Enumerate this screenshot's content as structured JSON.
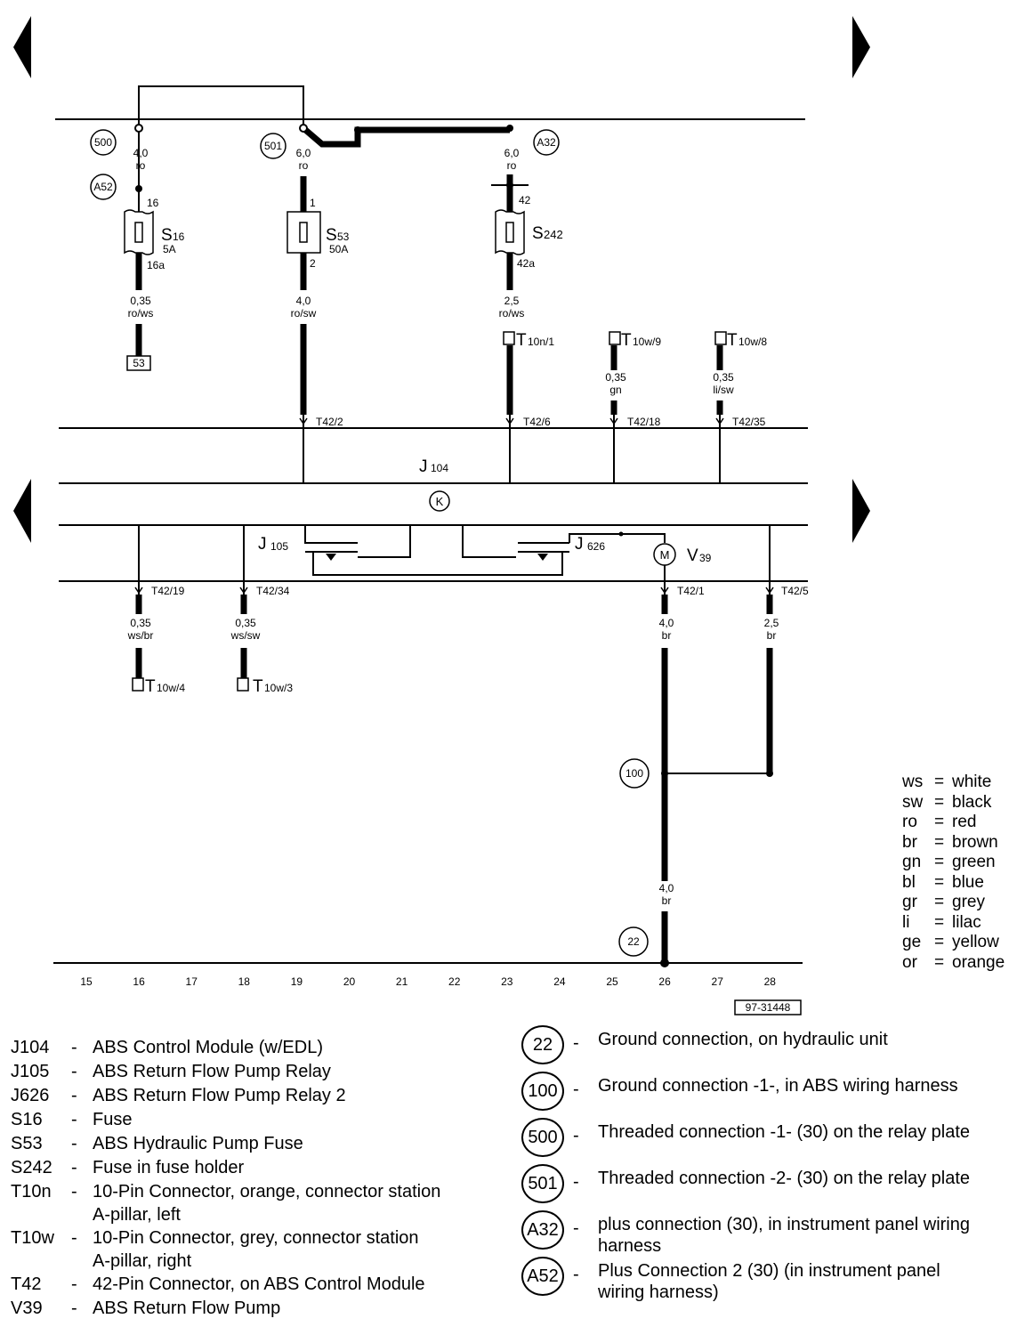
{
  "diagram": {
    "drawing_id": "97-31448",
    "columns": [
      "15",
      "16",
      "17",
      "18",
      "19",
      "20",
      "21",
      "22",
      "23",
      "24",
      "25",
      "26",
      "27",
      "28"
    ],
    "circles": {
      "c500": "500",
      "c501": "501",
      "cA32": "A32",
      "cA52": "A52",
      "c100": "100",
      "c22": "22"
    },
    "wires": {
      "w500": {
        "size": "4,0",
        "color": "ro"
      },
      "w501": {
        "size": "6,0",
        "color": "ro"
      },
      "wA32": {
        "size": "6,0",
        "color": "ro"
      },
      "wS16": {
        "size": "0,35",
        "color": "ro/ws"
      },
      "wS53": {
        "size": "4,0",
        "color": "ro/sw"
      },
      "wS242": {
        "size": "2,5",
        "color": "ro/ws"
      },
      "wT10w9": {
        "size": "0,35",
        "color": "gn"
      },
      "wT10w8": {
        "size": "0,35",
        "color": "li/sw"
      },
      "w16b": {
        "size": "0,35",
        "color": "ws/br"
      },
      "w18b": {
        "size": "0,35",
        "color": "ws/sw"
      },
      "w26b": {
        "size": "4,0",
        "color": "br"
      },
      "w28b": {
        "size": "2,5",
        "color": "br"
      },
      "w26g": {
        "size": "4,0",
        "color": "br"
      }
    },
    "fuses": {
      "s16": {
        "name": "S",
        "sub": "16",
        "rating": "5A",
        "pin_in": "16",
        "pin_out": "16a"
      },
      "s53": {
        "name": "S",
        "sub": "53",
        "rating": "50A",
        "pin_in": "1",
        "pin_out": "2"
      },
      "s242": {
        "name": "S",
        "sub": "242",
        "pin_in": "42",
        "pin_out": "42a"
      }
    },
    "terminal_53": "53",
    "connectors": {
      "t10n1": {
        "main": "T",
        "sub": "10n/1"
      },
      "t10w9": {
        "main": "T",
        "sub": "10w/9"
      },
      "t10w8": {
        "main": "T",
        "sub": "10w/8"
      },
      "t10w4": {
        "main": "T",
        "sub": "10w/4"
      },
      "t10w3": {
        "main": "T",
        "sub": "10w/3"
      }
    },
    "pins": {
      "p19": "T42/2",
      "p23": "T42/6",
      "p25": "T42/18",
      "p27": "T42/35",
      "p16": "T42/19",
      "p18": "T42/34",
      "p26": "T42/1",
      "p28": "T42/5"
    },
    "components": {
      "j104": {
        "main": "J",
        "sub": "104"
      },
      "j105": {
        "main": "J",
        "sub": "105"
      },
      "j626": {
        "main": "J",
        "sub": "626"
      },
      "v39": {
        "main": "V",
        "sub": "39"
      },
      "k_symbol": "K",
      "motor_symbol": "M"
    }
  },
  "color_legend": [
    {
      "code": "ws",
      "name": "white"
    },
    {
      "code": "sw",
      "name": "black"
    },
    {
      "code": "ro",
      "name": "red"
    },
    {
      "code": "br",
      "name": "brown"
    },
    {
      "code": "gn",
      "name": "green"
    },
    {
      "code": "bl",
      "name": "blue"
    },
    {
      "code": "gr",
      "name": "grey"
    },
    {
      "code": "li",
      "name": "lilac"
    },
    {
      "code": "ge",
      "name": "yellow"
    },
    {
      "code": "or",
      "name": "orange"
    }
  ],
  "component_legend": [
    {
      "code": "J104",
      "desc": "ABS Control Module (w/EDL)"
    },
    {
      "code": "J105",
      "desc": "ABS Return Flow Pump Relay"
    },
    {
      "code": "J626",
      "desc": "ABS Return Flow Pump Relay 2"
    },
    {
      "code": "S16",
      "desc": "Fuse"
    },
    {
      "code": "S53",
      "desc": "ABS Hydraulic Pump Fuse"
    },
    {
      "code": "S242",
      "desc": "Fuse in fuse holder"
    },
    {
      "code": "T10n",
      "desc": "10-Pin Connector, orange, connector station\nA-pillar, left"
    },
    {
      "code": "T10w",
      "desc": "10-Pin Connector, grey, connector station\nA-pillar, right"
    },
    {
      "code": "T42",
      "desc": "42-Pin Connector, on ABS Control Module"
    },
    {
      "code": "V39",
      "desc": "ABS Return Flow Pump"
    }
  ],
  "ground_legend": [
    {
      "code": "22",
      "desc": "Ground connection, on hydraulic unit"
    },
    {
      "code": "100",
      "desc": "Ground connection -1-, in ABS wiring harness"
    },
    {
      "code": "500",
      "desc": "Threaded connection -1- (30) on the relay plate"
    },
    {
      "code": "501",
      "desc": "Threaded connection -2- (30) on the relay plate"
    },
    {
      "code": "A32",
      "desc": "plus connection (30), in instrument panel wiring\nharness"
    },
    {
      "code": "A52",
      "desc": "Plus Connection 2 (30) (in instrument panel\nwiring harness)"
    }
  ]
}
